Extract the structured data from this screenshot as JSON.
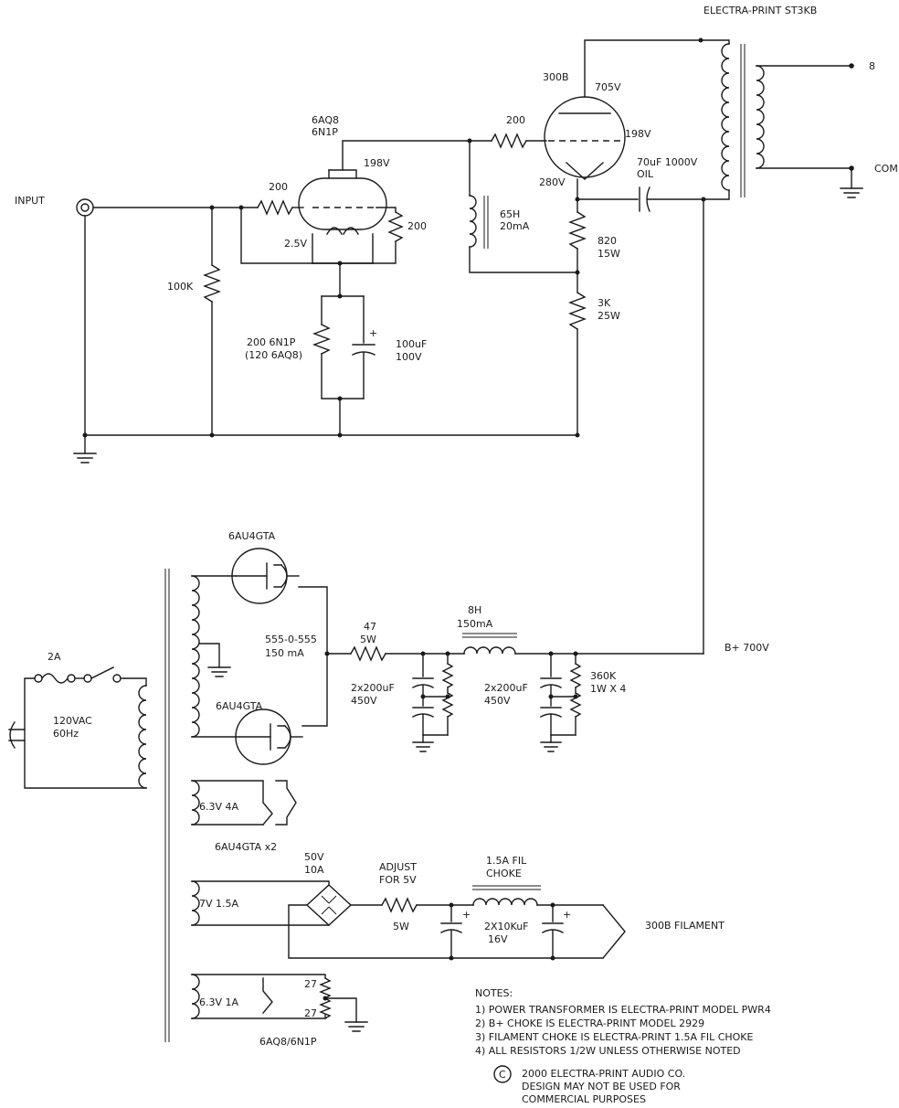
{
  "labels": {
    "output_transformer": "ELECTRA-PRINT ST3KB",
    "out_8": "8",
    "out_com": "COM",
    "tube_300b": "300B",
    "v_705": "705V",
    "v_198_plate": "198V",
    "v_198_driver": "198V",
    "v_280": "280V",
    "cap_70uf": "70uF 1000V",
    "cap_oil": "OIL",
    "tube_6aq8": "6AQ8",
    "tube_6n1p": "6N1P",
    "res_200_grid": "200",
    "res_200_in": "200",
    "res_200_cath": "200",
    "v_2_5": "2.5V",
    "input": "INPUT",
    "res_100k": "100K",
    "choke_65h": "65H",
    "choke_20ma": "20mA",
    "res_820": "820",
    "res_820_w": "15W",
    "res_3k": "3K",
    "res_3k_w": "25W",
    "res_200_6n1p": "200 6N1P",
    "res_120_6aq8": "(120 6AQ8)",
    "cap_plus": "+",
    "cap_100uf": "100uF",
    "cap_100v": "100V",
    "rect_top": "6AU4GTA",
    "rect_bottom": "6AU4GTA",
    "hv_winding": "555-0-555",
    "hv_current": "150 mA",
    "res_47": "47",
    "res_47_w": "5W",
    "choke_8h": "8H",
    "choke_150ma": "150mA",
    "cap_2x200_a": "2x200uF",
    "cap_450_a": "450V",
    "cap_2x200_b": "2x200uF",
    "cap_450_b": "450V",
    "res_360k": "360K",
    "res_360k_w": "1W X 4",
    "bplus": "B+ 700V",
    "fuse": "2A",
    "mains": "120VAC",
    "mains_hz": "60Hz",
    "fil_63_4a": "6.3V 4A",
    "fil_6au4_x2": "6AU4GTA x2",
    "bridge_50v": "50V",
    "bridge_10a": "10A",
    "adjust": "ADJUST",
    "adjust_for": "FOR 5V",
    "adjust_w": "5W",
    "fil_choke_1": "1.5A FIL",
    "fil_choke_2": "CHOKE",
    "fil_7v": "7V 1.5A",
    "cap_2x10k": "2X10KuF",
    "cap_16v": "16V",
    "fil_300b": "300B FILAMENT",
    "fil_63_1a": "6.3V 1A",
    "res_27_a": "27",
    "res_27_b": "27",
    "fil_6aq8": "6AQ8/6N1P"
  },
  "notes": {
    "heading": "NOTES:",
    "items": [
      "1) POWER TRANSFORMER IS ELECTRA-PRINT MODEL PWR4",
      "2) B+ CHOKE IS ELECTRA-PRINT MODEL 2929",
      "3) FILAMENT CHOKE IS ELECTRA-PRINT 1.5A FIL CHOKE",
      "4) ALL RESISTORS 1/2W UNLESS OTHERWISE NOTED"
    ],
    "copyright_symbol": "C",
    "copyright_lines": [
      "2000 ELECTRA-PRINT AUDIO CO.",
      "DESIGN MAY NOT BE USED FOR",
      "COMMERCIAL PURPOSES"
    ]
  }
}
